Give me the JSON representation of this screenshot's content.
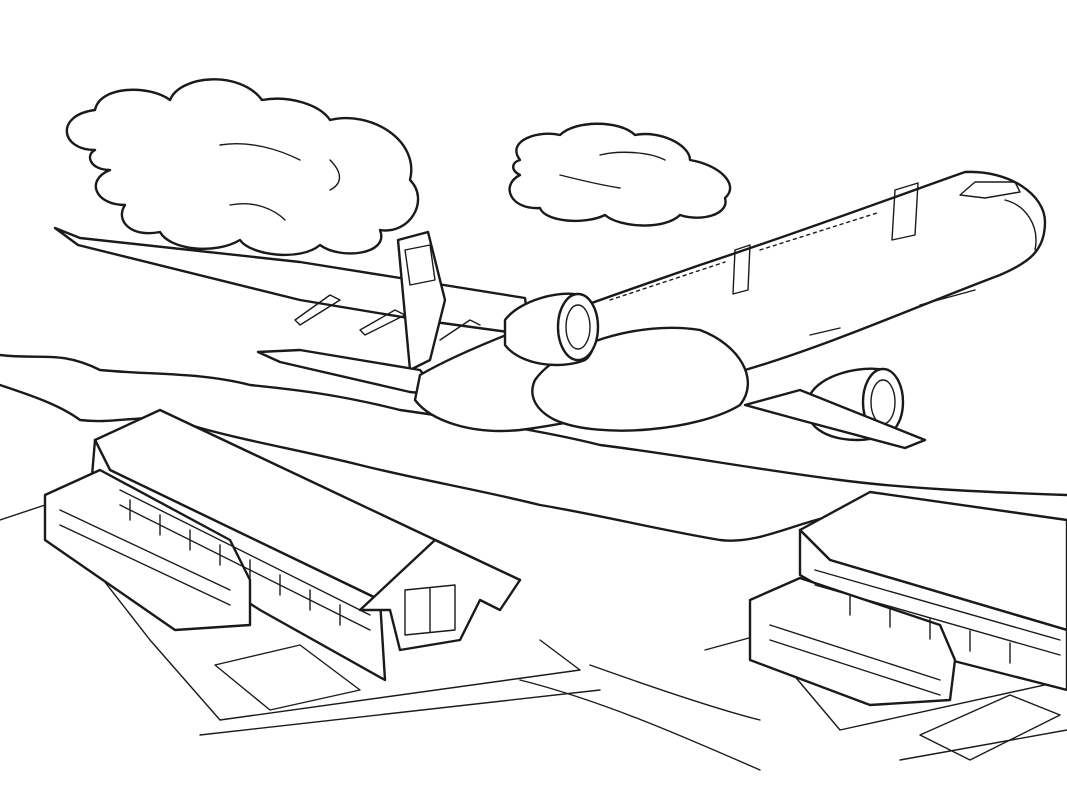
{
  "scene": {
    "kind": "coloring-page line drawing",
    "subjects": [
      "airliner",
      "clouds",
      "coastline",
      "airport-terminal-left",
      "airport-terminal-right"
    ],
    "colors": {
      "background": "#ffffff",
      "line": "#1a1a1a"
    }
  }
}
